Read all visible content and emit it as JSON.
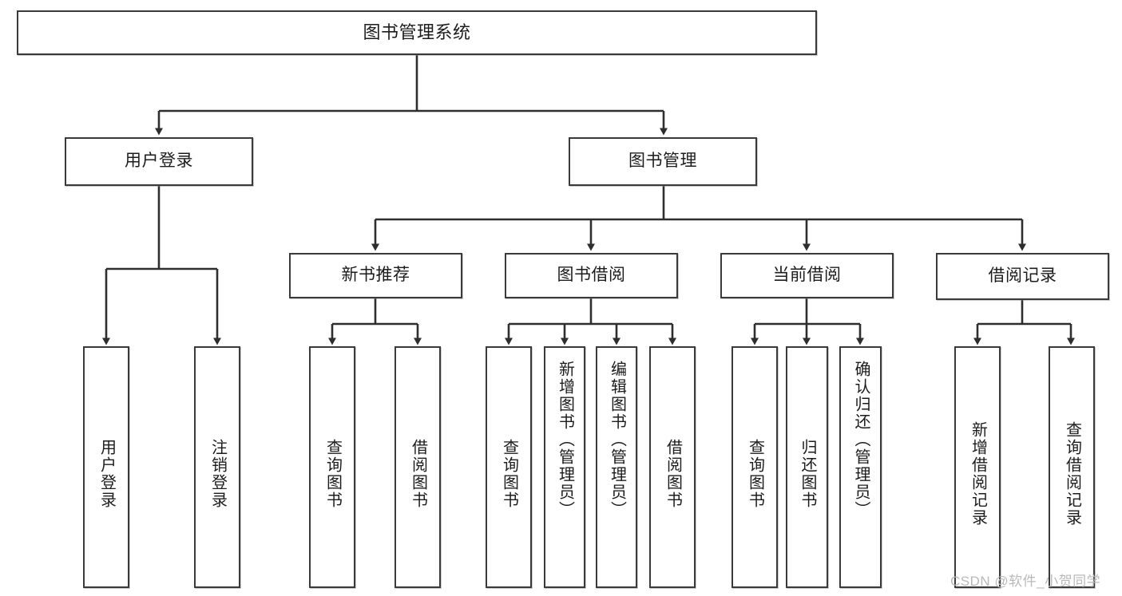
{
  "diagram": {
    "title": "图书管理系统",
    "type": "tree",
    "watermark": "CSDN @软件_小贺同学",
    "colors": {
      "box_border": "#3a3a3a",
      "box_fill": "#ffffff",
      "edge": "#2e2e2e",
      "text": "#1c1c1c",
      "background": "#ffffff",
      "watermark": "#b9b9b9"
    },
    "nodes": {
      "root": {
        "label": "图书管理系统"
      },
      "level1": [
        {
          "label": "用户登录"
        },
        {
          "label": "图书管理"
        }
      ],
      "level2": [
        {
          "label": "新书推荐"
        },
        {
          "label": "图书借阅"
        },
        {
          "label": "当前借阅"
        },
        {
          "label": "借阅记录"
        }
      ],
      "leaves": {
        "user_login": [
          {
            "label": "用户登录"
          },
          {
            "label": "注销登录"
          }
        ],
        "new_book": [
          {
            "label": "查询图书"
          },
          {
            "label": "借阅图书"
          }
        ],
        "book_borrow": [
          {
            "label": "查询图书"
          },
          {
            "label": "新增图书（管理员）"
          },
          {
            "label": "编辑图书（管理员）"
          },
          {
            "label": "借阅图书"
          }
        ],
        "current_borrow": [
          {
            "label": "查询图书"
          },
          {
            "label": "归还图书"
          },
          {
            "label": "确认归还（管理员）"
          }
        ],
        "borrow_record": [
          {
            "label": "新增借阅记录"
          },
          {
            "label": "查询借阅记录"
          }
        ]
      }
    }
  }
}
